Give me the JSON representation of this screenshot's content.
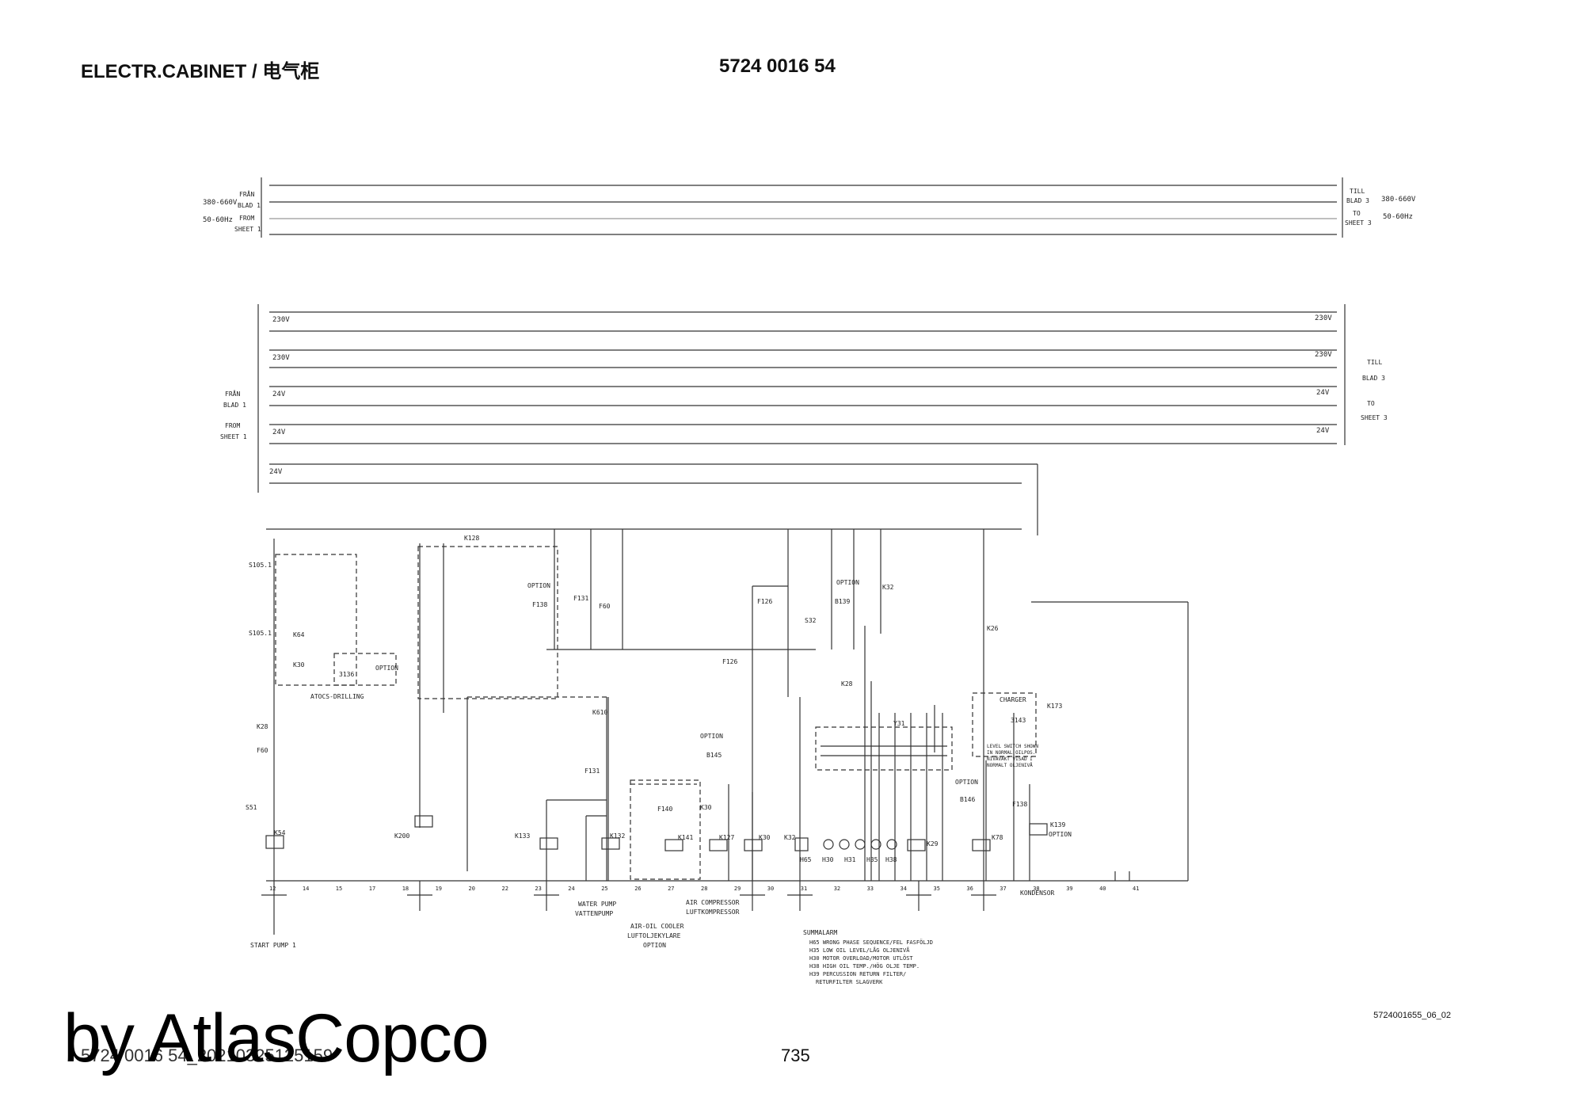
{
  "header": {
    "title": "ELECTR.CABINET / 电气柜",
    "part_number": "5724 0016 54"
  },
  "bus_top": {
    "left_voltage": "380-660V",
    "left_freq": "50-60Hz",
    "left_from_se": "FRÅN",
    "left_from_blad": "BLAD 1",
    "left_from_en": "FROM",
    "left_from_sheet": "SHEET 1",
    "right_till": "TILL",
    "right_blad": "BLAD 3",
    "right_to": "TO",
    "right_sheet": "SHEET 3",
    "right_voltage": "380-660V",
    "right_freq": "50-60Hz"
  },
  "bus_mid": {
    "v230a": "230V",
    "v230b": "230V",
    "v24a": "24V",
    "v24b": "24V",
    "v24c": "24V",
    "from_se": "FRÅN",
    "from_blad": "BLAD 1",
    "from_en": "FROM",
    "from_sheet": "SHEET 1",
    "till": "TILL",
    "blad3": "BLAD 3",
    "to": "TO",
    "sheet3": "SHEET 3"
  },
  "labels": {
    "k128": "K128",
    "s1051": "S105.1",
    "s1052": "S105.1",
    "k64": "K64",
    "k30": "K30",
    "b136": "3136",
    "option1": "OPTION",
    "atocs": "ATOCS-DRILLING",
    "k28": "K28",
    "f60": "F60",
    "s51": "S51",
    "k54": "K54",
    "k200": "K200",
    "k133": "K133",
    "k132": "K132",
    "k610": "K610",
    "f131": "F131",
    "option_f138": "OPTION",
    "f138": "F138",
    "f131b": "F131",
    "f60b": "F60",
    "f126": "F126",
    "f126b": "F126",
    "s32": "S32",
    "option_b139": "OPTION",
    "b139": "B139",
    "k32": "K32",
    "k26": "K26",
    "k28b": "K28",
    "y31": "Y31",
    "option_b145": "OPTION",
    "b145": "B145",
    "f140": "F140",
    "k141": "K141",
    "k30b": "K30",
    "k127": "K127",
    "k30c": "K30",
    "k32b": "K32",
    "h65": "H65",
    "h30": "H30",
    "h31": "H31",
    "h35": "H35",
    "h38": "H38",
    "k29": "K29",
    "charger": "CHARGER",
    "b143": "3143",
    "k173": "K173",
    "level1": "LEVEL SWITCH SHOWN",
    "level2": "IN NORMAL OILPOS.",
    "level3": "NIVÅVAKT VISAD I",
    "level4": "NORMALT OLJENIVÅ",
    "option_b146": "OPTION",
    "b146": "B146",
    "k78": "K78",
    "f138b": "F138",
    "k139": "K139",
    "option_k139": "OPTION",
    "start_pump": "START PUMP 1",
    "water_pump1": "WATER PUMP",
    "water_pump2": "VATTENPUMP",
    "air_oil1": "AIR-OIL COOLER",
    "air_oil2": "LUFTOLJEKYLARE",
    "air_oil3": "OPTION",
    "air_comp1": "AIR COMPRESSOR",
    "air_comp2": "LUFTKOMPRESSOR",
    "summalarm": "SUMMALARM",
    "h65_desc": "H65 WRONG PHASE SEQUENCE/FEL FASFÖLJD",
    "h35_desc": "H35 LOW OIL LEVEL/LÅG OLJENIVÅ",
    "h30_desc": "H30 MOTOR OVERLOAD/MOTOR UTLÖST",
    "h38_desc": "H38 HIGH OIL TEMP./HÖG OLJE TEMP.",
    "h39_desc": "H39 PERCUSSION RETURN FILTER/",
    "h39_desc2": "RETURFILTER SLAGVERK",
    "kondensor": "KONDENSOR"
  },
  "wire_numbers": [
    "12",
    "14",
    "15",
    "17",
    "18",
    "19",
    "20",
    "22",
    "23",
    "24",
    "25",
    "26",
    "27",
    "28",
    "29",
    "30",
    "31",
    "32",
    "33",
    "34",
    "35",
    "36",
    "37",
    "38",
    "39",
    "40",
    "41"
  ],
  "watermark": "by AtlasCopco",
  "footer": {
    "file": "5724 0016 54_20210325125159",
    "page": "735",
    "ref": "5724001655_06_02"
  }
}
